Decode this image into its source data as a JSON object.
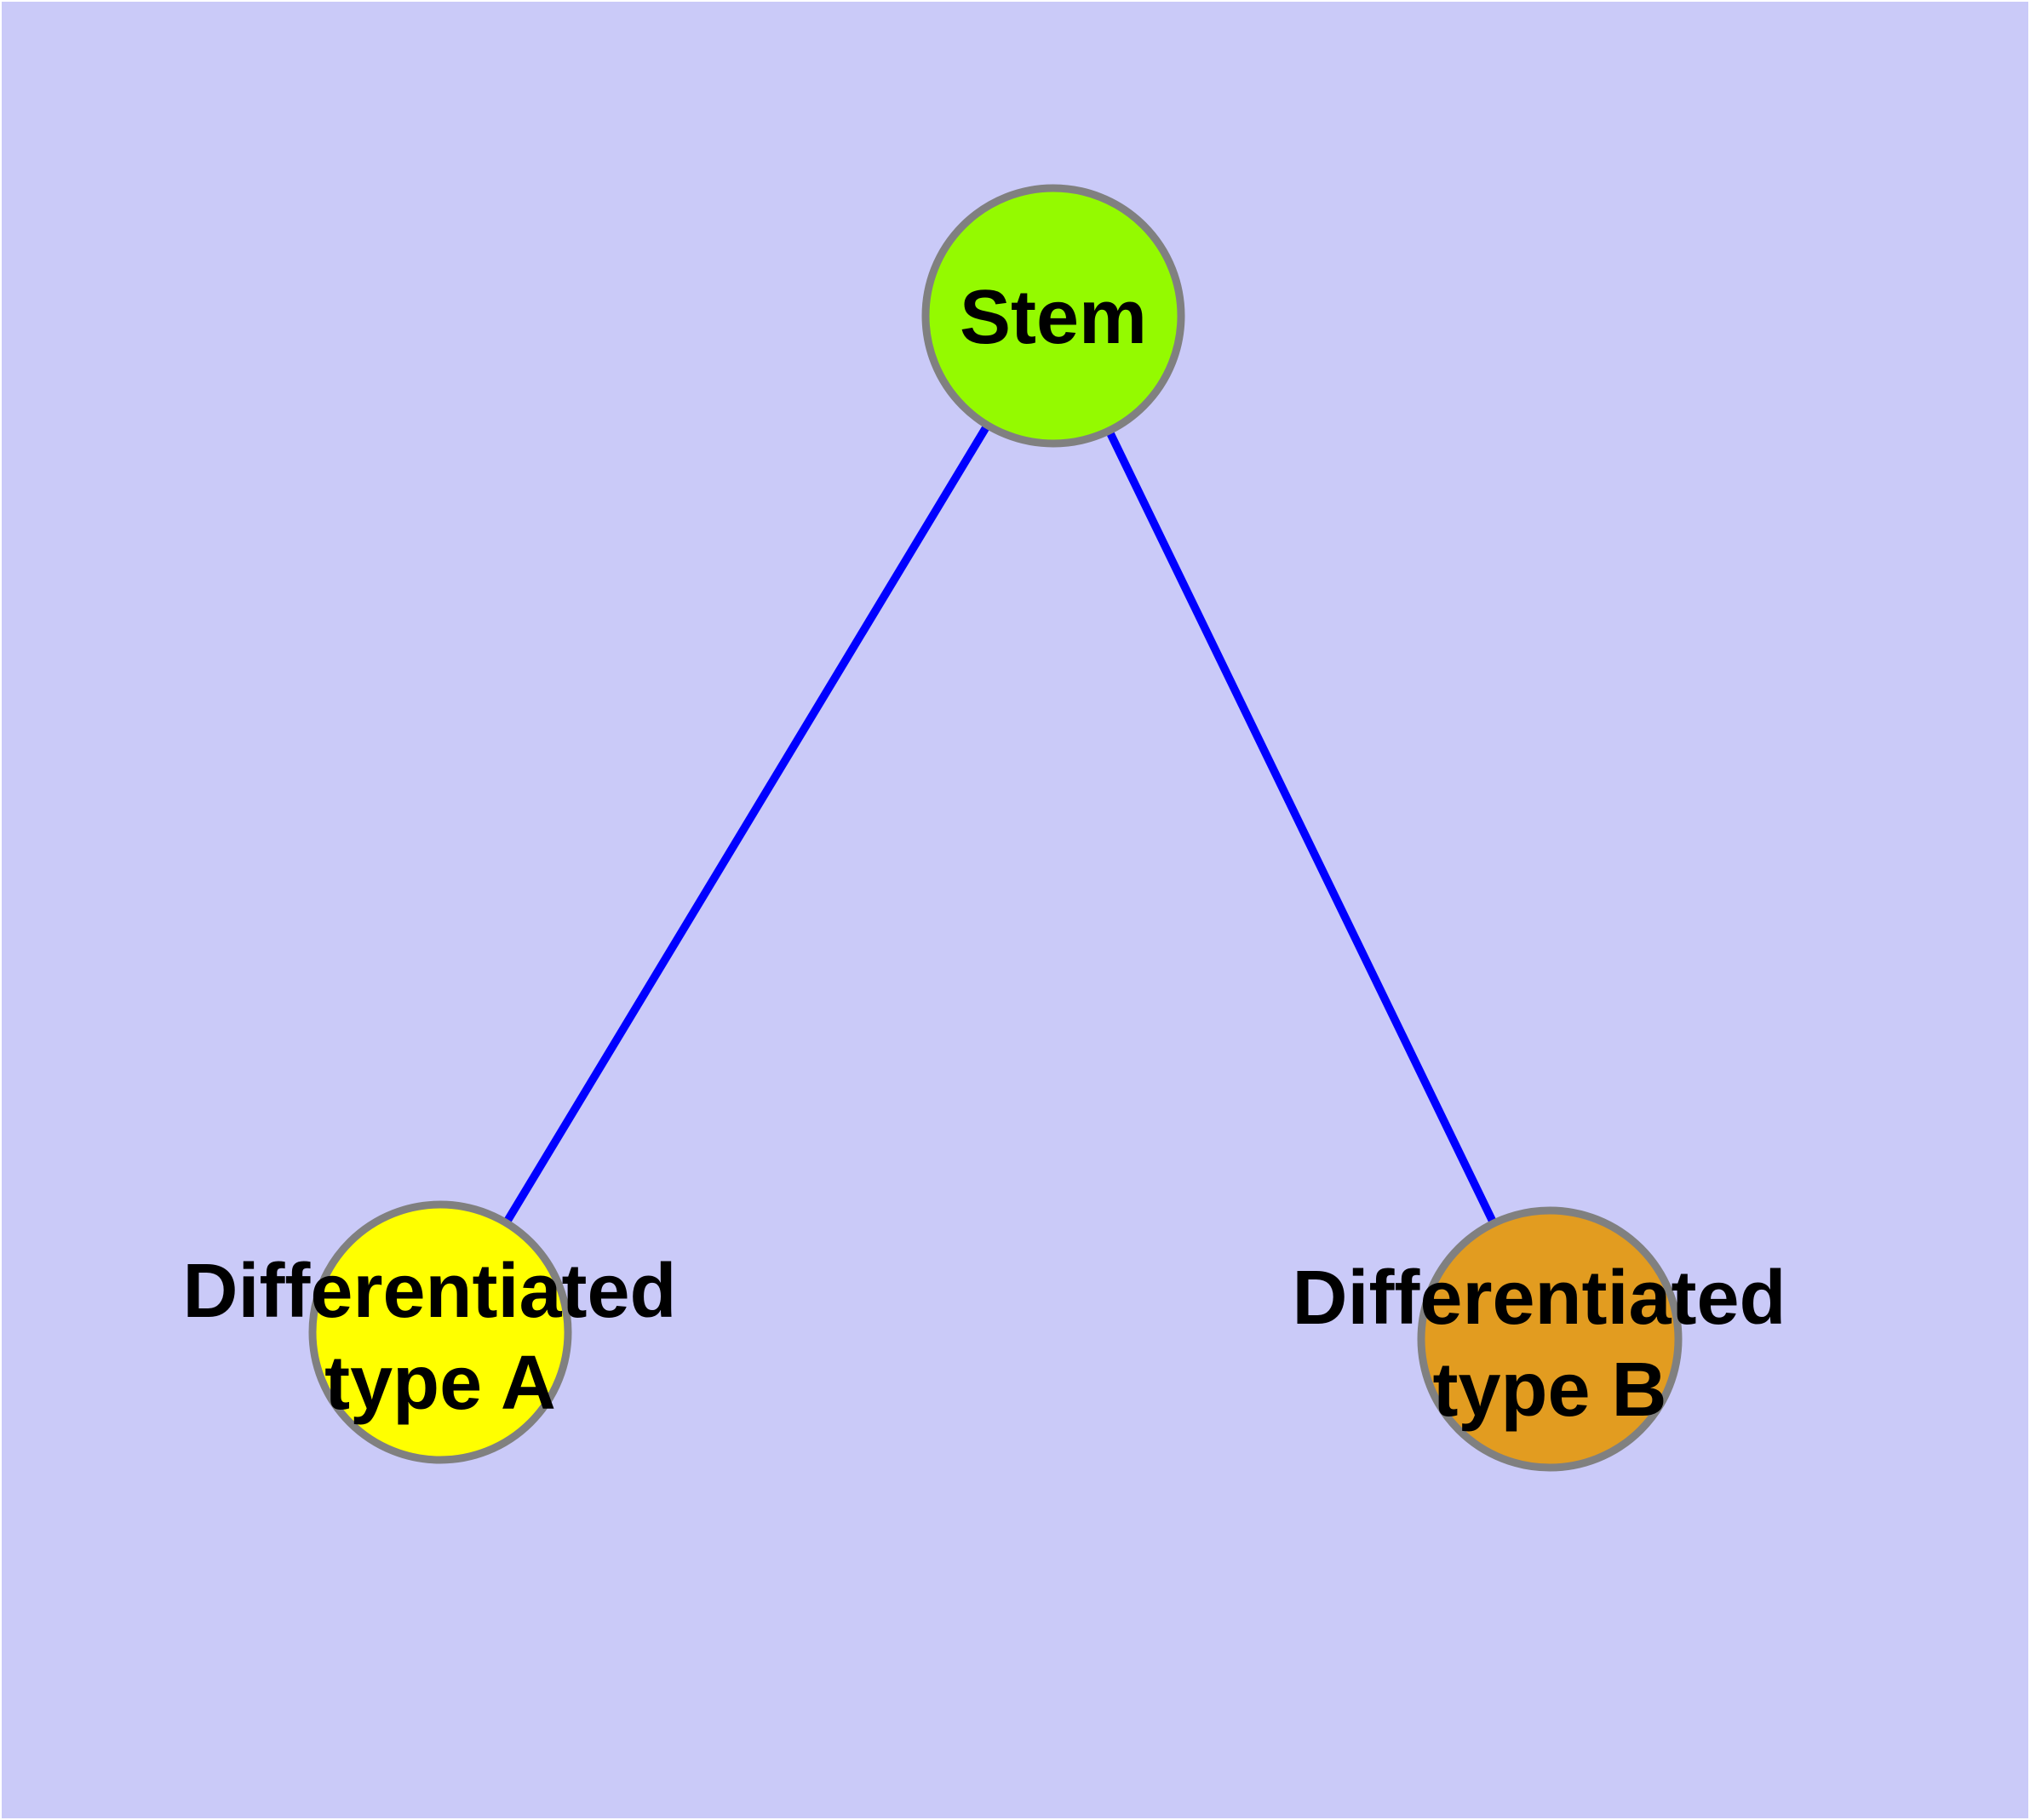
{
  "diagram": {
    "background_color": "#CACAF8",
    "edge_color": "#0000FF",
    "node_border_color": "#808080",
    "label_color": "#000000",
    "nodes": [
      {
        "id": "stem",
        "label": "Stem",
        "color": "#94FA00"
      },
      {
        "id": "differentiated-type-a",
        "label_line1": "Differentiated",
        "label_line2": "type A",
        "color": "#FFFF00"
      },
      {
        "id": "differentiated-type-b",
        "label_line1": "Differentiated",
        "label_line2": "type B",
        "color": "#E29C20"
      }
    ],
    "edges": [
      {
        "from": "Stem",
        "to": "Differentiated type A"
      },
      {
        "from": "Stem",
        "to": "Differentiated type B"
      }
    ]
  }
}
